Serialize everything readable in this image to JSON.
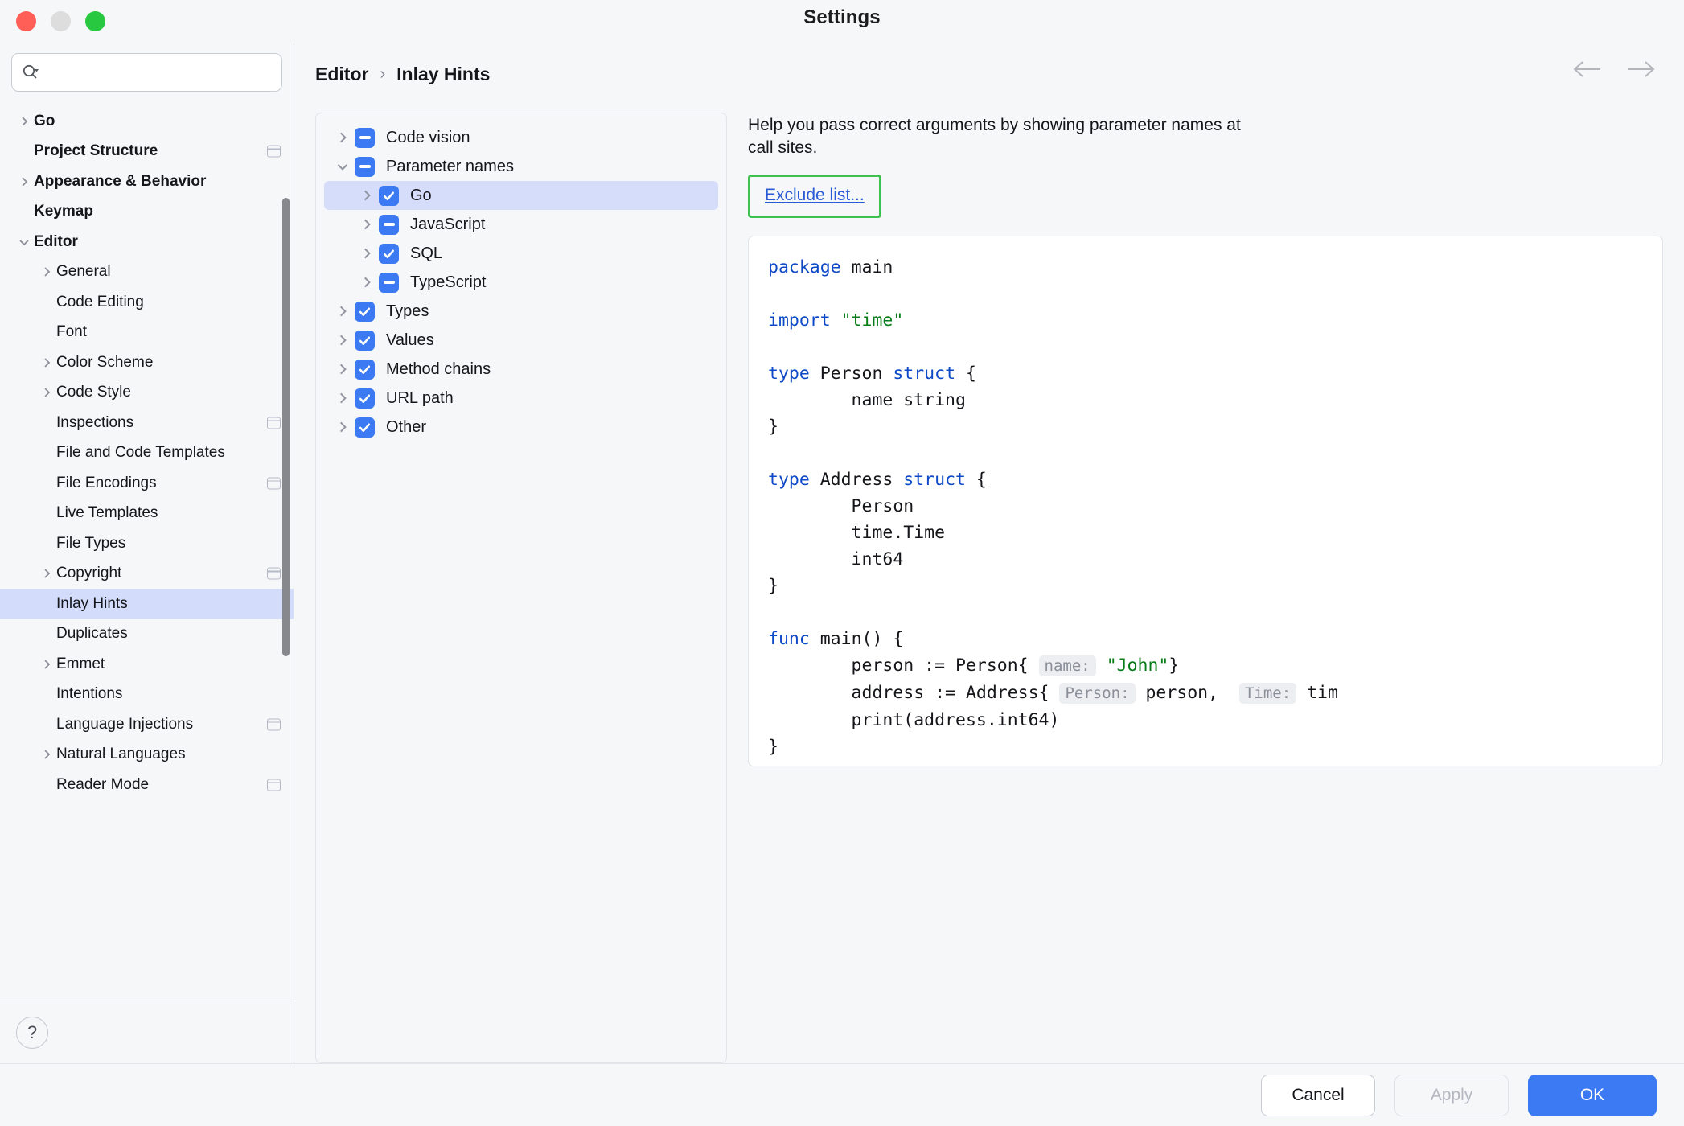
{
  "window": {
    "title": "Settings",
    "traffic_lights": [
      "close-red",
      "minimize-yellow",
      "maximize-green"
    ]
  },
  "search": {
    "placeholder": "",
    "value": "",
    "icon": "search-icon"
  },
  "sidebar": {
    "items": [
      {
        "label": "Go",
        "bold": true,
        "arrow": "chevron-right",
        "indent": 0,
        "badge": false,
        "selected": false
      },
      {
        "label": "Project Structure",
        "bold": true,
        "arrow": "none",
        "indent": 0,
        "badge": true,
        "selected": false
      },
      {
        "label": "Appearance & Behavior",
        "bold": true,
        "arrow": "chevron-right",
        "indent": 0,
        "badge": false,
        "selected": false
      },
      {
        "label": "Keymap",
        "bold": true,
        "arrow": "none",
        "indent": 0,
        "badge": false,
        "selected": false
      },
      {
        "label": "Editor",
        "bold": true,
        "arrow": "chevron-down",
        "indent": 0,
        "badge": false,
        "selected": false
      },
      {
        "label": "General",
        "bold": false,
        "arrow": "chevron-right",
        "indent": 1,
        "badge": false,
        "selected": false
      },
      {
        "label": "Code Editing",
        "bold": false,
        "arrow": "none",
        "indent": 1,
        "badge": false,
        "selected": false
      },
      {
        "label": "Font",
        "bold": false,
        "arrow": "none",
        "indent": 1,
        "badge": false,
        "selected": false
      },
      {
        "label": "Color Scheme",
        "bold": false,
        "arrow": "chevron-right",
        "indent": 1,
        "badge": false,
        "selected": false
      },
      {
        "label": "Code Style",
        "bold": false,
        "arrow": "chevron-right",
        "indent": 1,
        "badge": false,
        "selected": false
      },
      {
        "label": "Inspections",
        "bold": false,
        "arrow": "none",
        "indent": 1,
        "badge": true,
        "selected": false
      },
      {
        "label": "File and Code Templates",
        "bold": false,
        "arrow": "none",
        "indent": 1,
        "badge": false,
        "selected": false
      },
      {
        "label": "File Encodings",
        "bold": false,
        "arrow": "none",
        "indent": 1,
        "badge": true,
        "selected": false
      },
      {
        "label": "Live Templates",
        "bold": false,
        "arrow": "none",
        "indent": 1,
        "badge": false,
        "selected": false
      },
      {
        "label": "File Types",
        "bold": false,
        "arrow": "none",
        "indent": 1,
        "badge": false,
        "selected": false
      },
      {
        "label": "Copyright",
        "bold": false,
        "arrow": "chevron-right",
        "indent": 1,
        "badge": true,
        "selected": false
      },
      {
        "label": "Inlay Hints",
        "bold": false,
        "arrow": "none",
        "indent": 1,
        "badge": false,
        "selected": true
      },
      {
        "label": "Duplicates",
        "bold": false,
        "arrow": "none",
        "indent": 1,
        "badge": false,
        "selected": false
      },
      {
        "label": "Emmet",
        "bold": false,
        "arrow": "chevron-right",
        "indent": 1,
        "badge": false,
        "selected": false
      },
      {
        "label": "Intentions",
        "bold": false,
        "arrow": "none",
        "indent": 1,
        "badge": false,
        "selected": false
      },
      {
        "label": "Language Injections",
        "bold": false,
        "arrow": "none",
        "indent": 1,
        "badge": true,
        "selected": false
      },
      {
        "label": "Natural Languages",
        "bold": false,
        "arrow": "chevron-right",
        "indent": 1,
        "badge": false,
        "selected": false
      },
      {
        "label": "Reader Mode",
        "bold": false,
        "arrow": "none",
        "indent": 1,
        "badge": true,
        "selected": false
      }
    ],
    "help_button": "?"
  },
  "breadcrumb": {
    "parent": "Editor",
    "separator": "›",
    "current": "Inlay Hints"
  },
  "nav": {
    "back": "back-arrow",
    "forward": "forward-arrow"
  },
  "hints_tree": {
    "nodes": [
      {
        "label": "Code vision",
        "state": "indeterminate",
        "arrow": "chevron-right",
        "indent": 0,
        "selected": false
      },
      {
        "label": "Parameter names",
        "state": "indeterminate",
        "arrow": "chevron-down",
        "indent": 0,
        "selected": false
      },
      {
        "label": "Go",
        "state": "checked",
        "arrow": "chevron-right",
        "indent": 1,
        "selected": true
      },
      {
        "label": "JavaScript",
        "state": "indeterminate",
        "arrow": "chevron-right",
        "indent": 1,
        "selected": false
      },
      {
        "label": "SQL",
        "state": "checked",
        "arrow": "chevron-right",
        "indent": 1,
        "selected": false
      },
      {
        "label": "TypeScript",
        "state": "indeterminate",
        "arrow": "chevron-right",
        "indent": 1,
        "selected": false
      },
      {
        "label": "Types",
        "state": "checked",
        "arrow": "chevron-right",
        "indent": 0,
        "selected": false
      },
      {
        "label": "Values",
        "state": "checked",
        "arrow": "chevron-right",
        "indent": 0,
        "selected": false
      },
      {
        "label": "Method chains",
        "state": "checked",
        "arrow": "chevron-right",
        "indent": 0,
        "selected": false
      },
      {
        "label": "URL path",
        "state": "checked",
        "arrow": "chevron-right",
        "indent": 0,
        "selected": false
      },
      {
        "label": "Other",
        "state": "checked",
        "arrow": "chevron-right",
        "indent": 0,
        "selected": false
      }
    ]
  },
  "details": {
    "description": "Help you pass correct arguments by showing parameter names at call sites.",
    "exclude_link": "Exclude list...",
    "highlight_color": "#3fc14f",
    "link_color": "#2a5bd7"
  },
  "code_preview": {
    "lines": [
      [
        {
          "t": "package ",
          "c": "kw"
        },
        {
          "t": "main",
          "c": ""
        }
      ],
      [
        {
          "t": "",
          "c": ""
        }
      ],
      [
        {
          "t": "import ",
          "c": "kw"
        },
        {
          "t": "\"time\"",
          "c": "str"
        }
      ],
      [
        {
          "t": "",
          "c": ""
        }
      ],
      [
        {
          "t": "type ",
          "c": "kw"
        },
        {
          "t": "Person ",
          "c": ""
        },
        {
          "t": "struct",
          "c": "kw"
        },
        {
          "t": " {",
          "c": ""
        }
      ],
      [
        {
          "t": "        name string",
          "c": ""
        }
      ],
      [
        {
          "t": "}",
          "c": ""
        }
      ],
      [
        {
          "t": "",
          "c": ""
        }
      ],
      [
        {
          "t": "type ",
          "c": "kw"
        },
        {
          "t": "Address ",
          "c": ""
        },
        {
          "t": "struct",
          "c": "kw"
        },
        {
          "t": " {",
          "c": ""
        }
      ],
      [
        {
          "t": "        Person",
          "c": ""
        }
      ],
      [
        {
          "t": "        time.Time",
          "c": ""
        }
      ],
      [
        {
          "t": "        int64",
          "c": ""
        }
      ],
      [
        {
          "t": "}",
          "c": ""
        }
      ],
      [
        {
          "t": "",
          "c": ""
        }
      ],
      [
        {
          "t": "func ",
          "c": "kw"
        },
        {
          "t": "main() {",
          "c": ""
        }
      ],
      [
        {
          "t": "        person := Person{ ",
          "c": ""
        },
        {
          "t": "name:",
          "c": "hint"
        },
        {
          "t": " ",
          "c": ""
        },
        {
          "t": "\"John\"",
          "c": "str"
        },
        {
          "t": "}",
          "c": ""
        }
      ],
      [
        {
          "t": "        address := Address{ ",
          "c": ""
        },
        {
          "t": "Person:",
          "c": "hint"
        },
        {
          "t": " person,  ",
          "c": ""
        },
        {
          "t": "Time:",
          "c": "hint"
        },
        {
          "t": " tim",
          "c": ""
        }
      ],
      [
        {
          "t": "        print(address.int64)",
          "c": ""
        }
      ],
      [
        {
          "t": "}",
          "c": ""
        }
      ]
    ],
    "keyword_color": "#0d49c7",
    "string_color": "#067d17",
    "hint_bg": "#eceef1",
    "hint_fg": "#8a8f99"
  },
  "footer": {
    "cancel": "Cancel",
    "apply": "Apply",
    "apply_disabled": true,
    "ok": "OK",
    "primary_color": "#3b7af2"
  }
}
